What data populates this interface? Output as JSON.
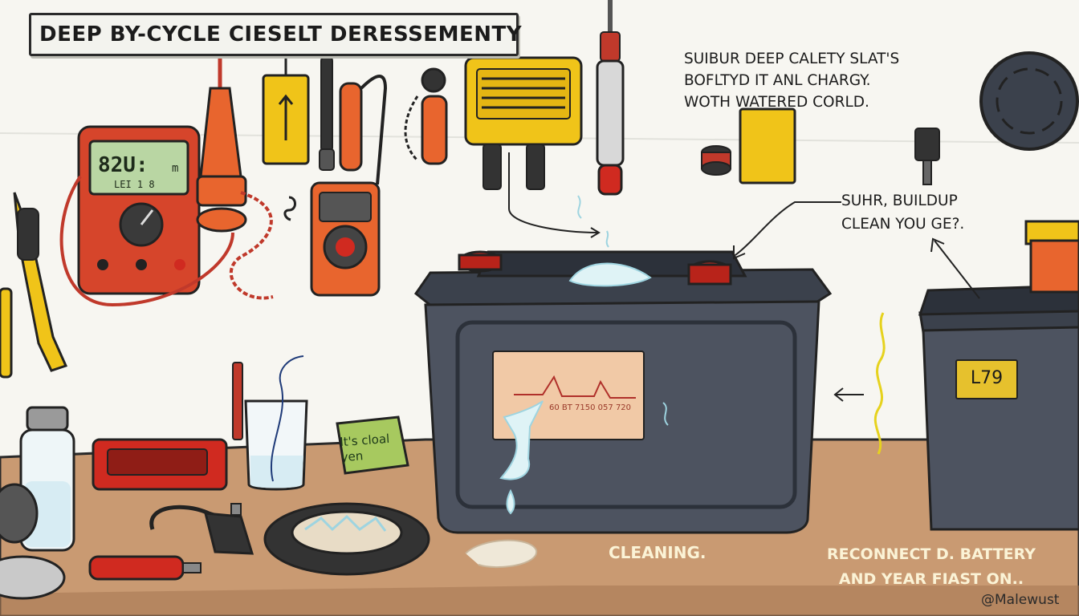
{
  "title": "DEEP BY-CYCLE CIESELT DERESSEMENTY",
  "notes": {
    "top_right": "SUIBUR DEEP CALETY SLAT'S\nBOFLTYD IT ANL CHARGY.\nWOTH WATERED CORLD.",
    "mid_right": "SUHR, BUILDUP\nCLEAN YOU GE?."
  },
  "captions": {
    "cleaning": "CLEANING.",
    "reconnect": "RECONNECT D. BATTERY\nAND YEAR FIAST ON.."
  },
  "multimeter_display": {
    "reading": "82U:",
    "unit": "m",
    "sub": "LEI 1 8"
  },
  "battery_chart_caption": "60  BT 7150  057 720",
  "jar_label": "It's cloal\nyen",
  "side_label": "L79",
  "watermark": "@Malewust",
  "icons": [
    "multimeter-icon",
    "clamp-meter-icon",
    "soldering-iron-icon",
    "wire-brush-icon",
    "screwdriver-icon",
    "charger-icon",
    "hydrometer-icon",
    "terminal-cap-icon",
    "gauge-icon",
    "beaker-icon",
    "water-bottle-icon",
    "tool-case-icon",
    "gear-ring-icon",
    "arrow-icon"
  ],
  "colors": {
    "battery_body": "#4d5360",
    "battery_top": "#3b414c",
    "terminal": "#d02a20",
    "bench": "#c99a72",
    "wall": "#f7f6f1",
    "meter_red": "#d6452b",
    "charger_yellow": "#f0c419",
    "display_green": "#b9d6a3"
  }
}
